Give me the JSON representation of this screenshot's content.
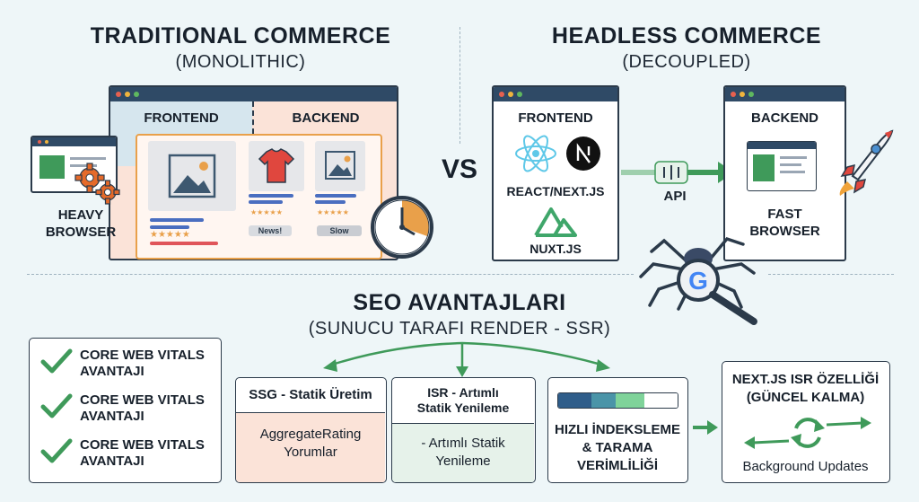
{
  "traditional": {
    "title": "TRADITIONAL COMMERCE",
    "subtitle": "(MONOLITHIC)",
    "frontend_label": "FRONTEND",
    "backend_label": "BACKEND",
    "heavy_browser_line1": "HEAVY",
    "heavy_browser_line2": "BROWSER",
    "badge_news": "News!",
    "badge_slow": "Slow"
  },
  "vs_label": "VS",
  "headless": {
    "title": "HEADLESS COMMERCE",
    "subtitle": "(DECOUPLED)",
    "frontend_label": "FRONTEND",
    "react_label": "REACT/NEXT.JS",
    "nuxt_label": "NUXT.JS",
    "api_label": "API",
    "backend_label": "BACKEND",
    "fast_browser_line1": "FAST",
    "fast_browser_line2": "BROWSER"
  },
  "seo": {
    "title": "SEO AVANTAJLARI",
    "subtitle": "(SUNUCU TARAFI RENDER - SSR)",
    "checks": [
      {
        "line1": "CORE WEB VITALS",
        "line2": "AVANTAJI"
      },
      {
        "line1": "CORE WEB VITALS",
        "line2": "AVANTAJI"
      },
      {
        "line1": "CORE WEB VITALS",
        "line2": "AVANTAJI"
      }
    ],
    "ssg": {
      "title": "SSG - Statik Üretim",
      "body1": "AggregateRating",
      "body2": "Yorumlar"
    },
    "isr": {
      "title1": "ISR - Artımlı",
      "title2": "Statik Yenileme",
      "body1": "- Artımlı Statik",
      "body2": "Yenileme"
    },
    "indexing": {
      "line1": "HIZLI İNDEKSLEME",
      "line2": "& TARAMA",
      "line3": "VERİMLİLİĞİ"
    },
    "nextjs": {
      "title1": "NEXT.JS ISR ÖZELLİĞİ",
      "title2": "(GÜNCEL KALMA)",
      "body": "Background Updates"
    }
  },
  "colors": {
    "frontend_tint": "#d6e6ee",
    "backend_tint": "#fbe3d8",
    "accent_orange": "#e9a04a",
    "accent_green": "#3f9a5a",
    "window_bar": "#2f4a66"
  }
}
